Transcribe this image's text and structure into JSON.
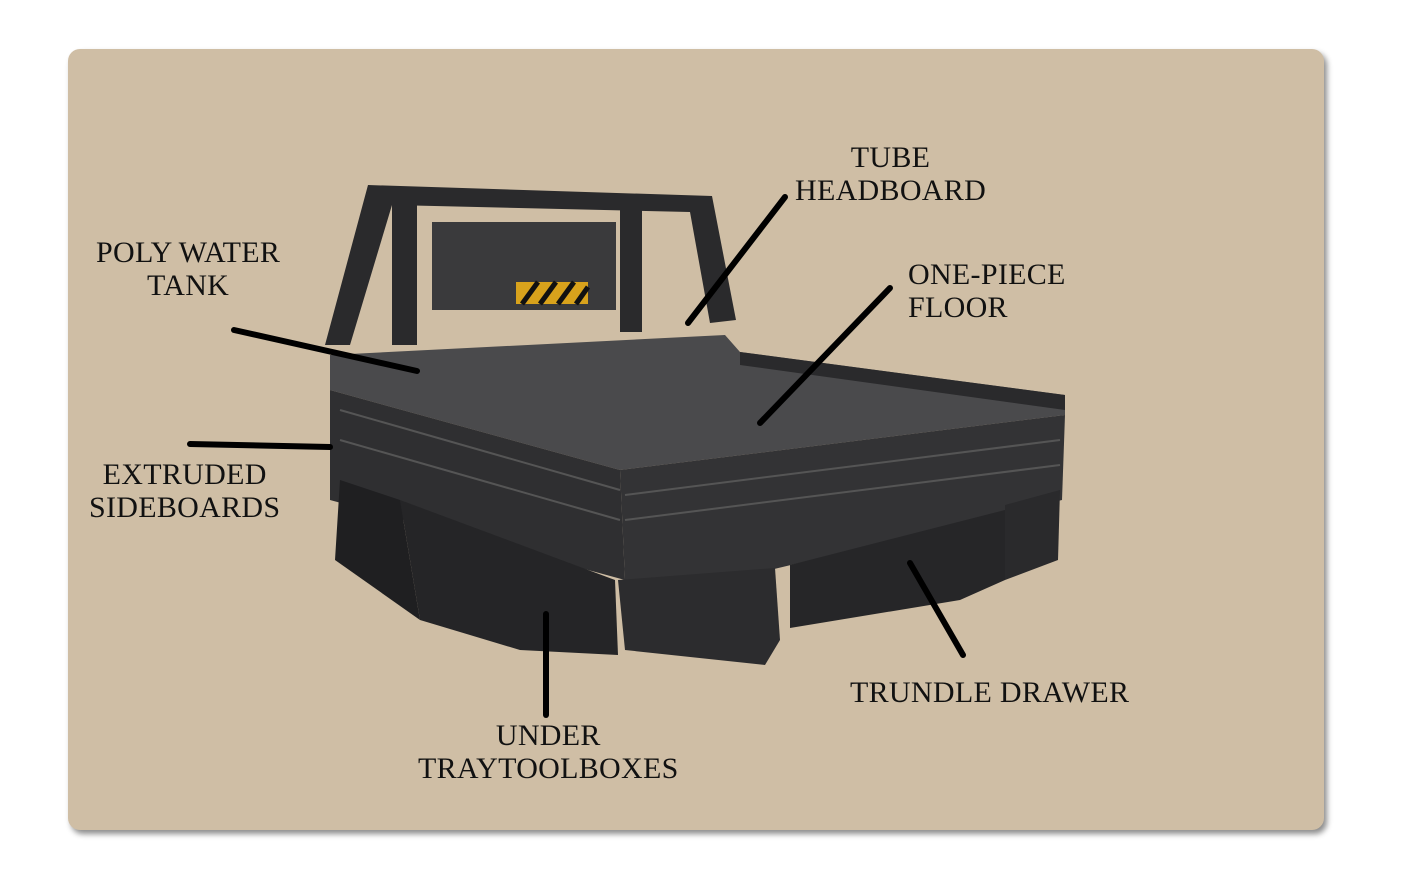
{
  "labels": {
    "tube_headboard": [
      "TUBE",
      "HEADBOARD"
    ],
    "poly_water_tank": [
      "POLY WATER",
      "TANK"
    ],
    "one_piece_floor": [
      "ONE-PIECE",
      "FLOOR"
    ],
    "extruded_sideboards": [
      "EXTRUDED",
      "SIDEBOARDS"
    ],
    "trundle_drawer": [
      "TRUNDLE DRAWER"
    ],
    "under_tray_toolboxes": [
      "UNDER",
      "TRAYTOOLBOXES"
    ]
  },
  "colors": {
    "background": "#cfbea5",
    "tray": "#2b2b2d",
    "leader": "#000000"
  }
}
